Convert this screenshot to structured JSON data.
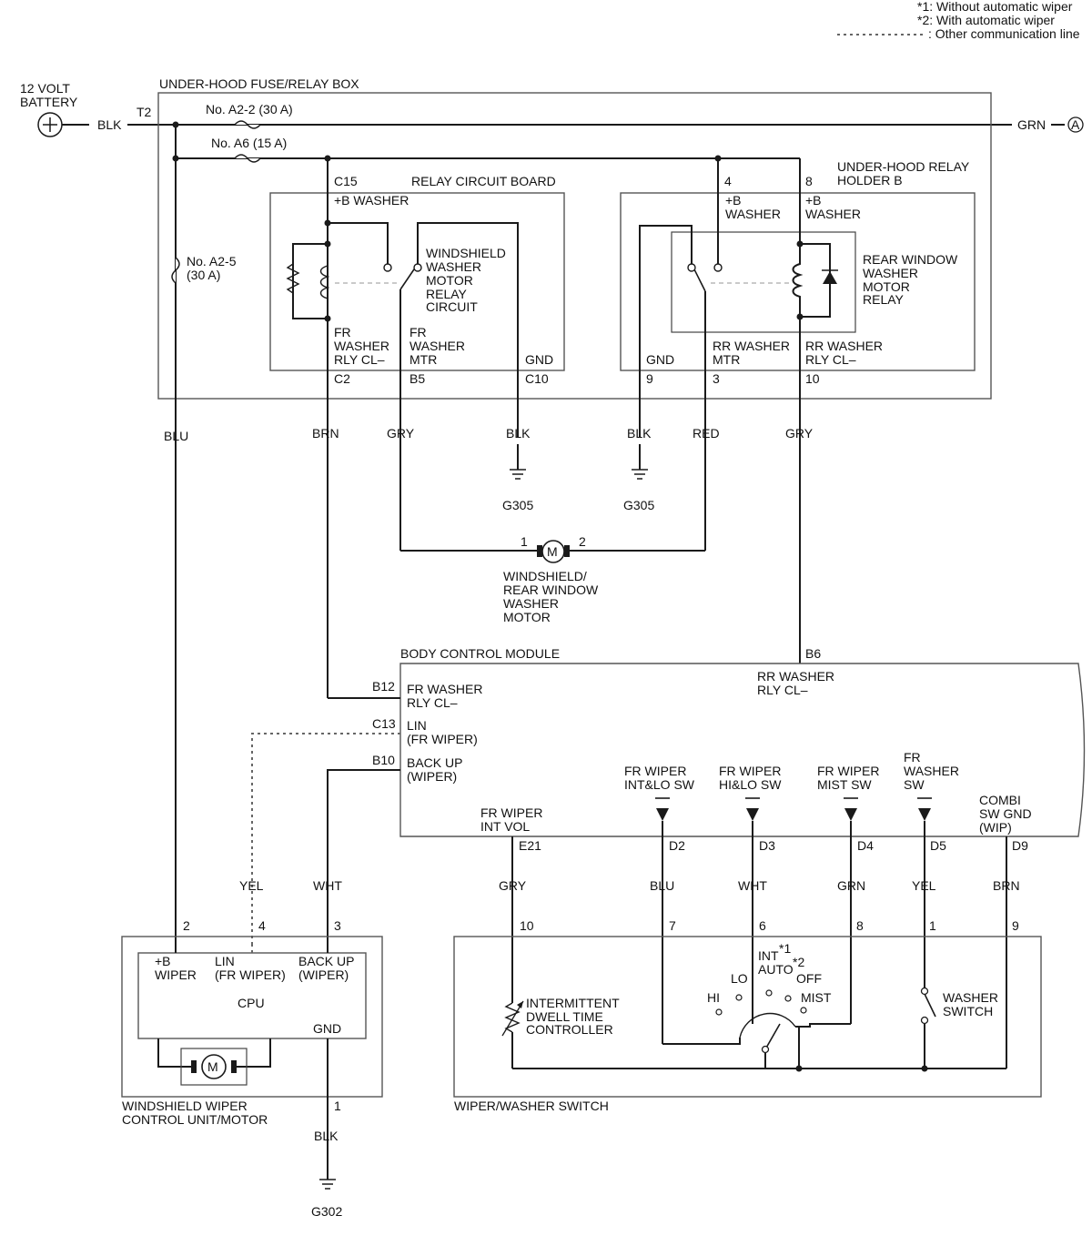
{
  "notes": {
    "n1": "*1: Without automatic wiper",
    "n2": "*2: With automatic wiper",
    "n3": ": Other communication line"
  },
  "battery": {
    "l1": "12 VOLT",
    "l2": "BATTERY",
    "wire": "BLK"
  },
  "fuse_box": {
    "title": "UNDER-HOOD FUSE/RELAY BOX",
    "t2": "T2",
    "fuse_a22": "No. A2-2 (30 A)",
    "fuse_a6": "No. A6 (15 A)",
    "fuse_a25_l1": "No. A2-5",
    "fuse_a25_l2": "(30 A)",
    "grn": "GRN",
    "connector_a": "A"
  },
  "relay_board": {
    "title": "RELAY CIRCUIT BOARD",
    "c15": "C15",
    "b_washer": "+B WASHER",
    "relay_l1": "WINDSHIELD",
    "relay_l2": "WASHER",
    "relay_l3": "MOTOR",
    "relay_l4": "RELAY",
    "relay_l5": "CIRCUIT",
    "fr_rly_l1": "FR",
    "fr_rly_l2": "WASHER",
    "fr_rly_l3": "RLY CL–",
    "fr_mtr_l1": "FR",
    "fr_mtr_l2": "WASHER",
    "fr_mtr_l3": "MTR",
    "gnd": "GND",
    "c2": "C2",
    "b5": "B5",
    "c10": "C10"
  },
  "relay_holder": {
    "title_l1": "UNDER-HOOD RELAY",
    "title_l2": "HOLDER B",
    "pin4": "4",
    "pin8": "8",
    "bw4_l1": "+B",
    "bw4_l2": "WASHER",
    "bw8_l1": "+B",
    "bw8_l2": "WASHER",
    "relay_l1": "REAR WINDOW",
    "relay_l2": "WASHER",
    "relay_l3": "MOTOR",
    "relay_l4": "RELAY",
    "gnd": "GND",
    "rr_mtr_l1": "RR WASHER",
    "rr_mtr_l2": "MTR",
    "rr_rly_l1": "RR WASHER",
    "rr_rly_l2": "RLY CL–",
    "pin9": "9",
    "pin3": "3",
    "pin10": "10"
  },
  "wires_top": {
    "blu": "BLU",
    "brn": "BRN",
    "gry1": "GRY",
    "blk1": "BLK",
    "blk2": "BLK",
    "red": "RED",
    "gry2": "GRY",
    "g305a": "G305",
    "g305b": "G305"
  },
  "washer_motor": {
    "pin1": "1",
    "pin2": "2",
    "m": "M",
    "l1": "WINDSHIELD/",
    "l2": "REAR WINDOW",
    "l3": "WASHER",
    "l4": "MOTOR"
  },
  "bcm": {
    "title": "BODY CONTROL MODULE",
    "b6": "B6",
    "rr_l1": "RR WASHER",
    "rr_l2": "RLY CL–",
    "b12": "B12",
    "fr_l1": "FR WASHER",
    "fr_l2": "RLY CL–",
    "c13": "C13",
    "lin_l1": "LIN",
    "lin_l2": "(FR WIPER)",
    "b10": "B10",
    "bk_l1": "BACK UP",
    "bk_l2": "(WIPER)",
    "intvol_l1": "FR WIPER",
    "intvol_l2": "INT VOL",
    "intlo_l1": "FR WIPER",
    "intlo_l2": "INT&LO SW",
    "hilo_l1": "FR WIPER",
    "hilo_l2": "HI&LO SW",
    "mist_l1": "FR WIPER",
    "mist_l2": "MIST SW",
    "wsw_l1": "FR",
    "wsw_l2": "WASHER",
    "wsw_l3": "SW",
    "combi_l1": "COMBI",
    "combi_l2": "SW GND",
    "combi_l3": "(WIP)",
    "e21": "E21",
    "d2": "D2",
    "d3": "D3",
    "d4": "D4",
    "d5": "D5",
    "d9": "D9"
  },
  "wires_bottom": {
    "yel1": "YEL",
    "wht1": "WHT",
    "gry": "GRY",
    "blu": "BLU",
    "wht2": "WHT",
    "grn": "GRN",
    "yel2": "YEL",
    "brn": "BRN"
  },
  "wiper_unit": {
    "p2": "2",
    "p4": "4",
    "p3": "3",
    "bw_l1": "+B",
    "bw_l2": "WIPER",
    "lin_l1": "LIN",
    "lin_l2": "(FR WIPER)",
    "bk_l1": "BACK UP",
    "bk_l2": "(WIPER)",
    "cpu": "CPU",
    "gnd": "GND",
    "m": "M",
    "label_l1": "WINDSHIELD WIPER",
    "label_l2": "CONTROL UNIT/MOTOR",
    "p1": "1",
    "blk": "BLK",
    "g302": "G302"
  },
  "wiper_switch": {
    "p10": "10",
    "p7": "7",
    "p6": "6",
    "p8": "8",
    "p1": "1",
    "p9": "9",
    "ctrl_l1": "INTERMITTENT",
    "ctrl_l2": "DWELL TIME",
    "ctrl_l3": "CONTROLLER",
    "int": "INT",
    "int_sup": "*1",
    "auto": "AUTO",
    "auto_sup": "*2",
    "lo": "LO",
    "off": "OFF",
    "hi": "HI",
    "mist": "MIST",
    "ws_l1": "WASHER",
    "ws_l2": "SWITCH",
    "title": "WIPER/WASHER SWITCH"
  }
}
